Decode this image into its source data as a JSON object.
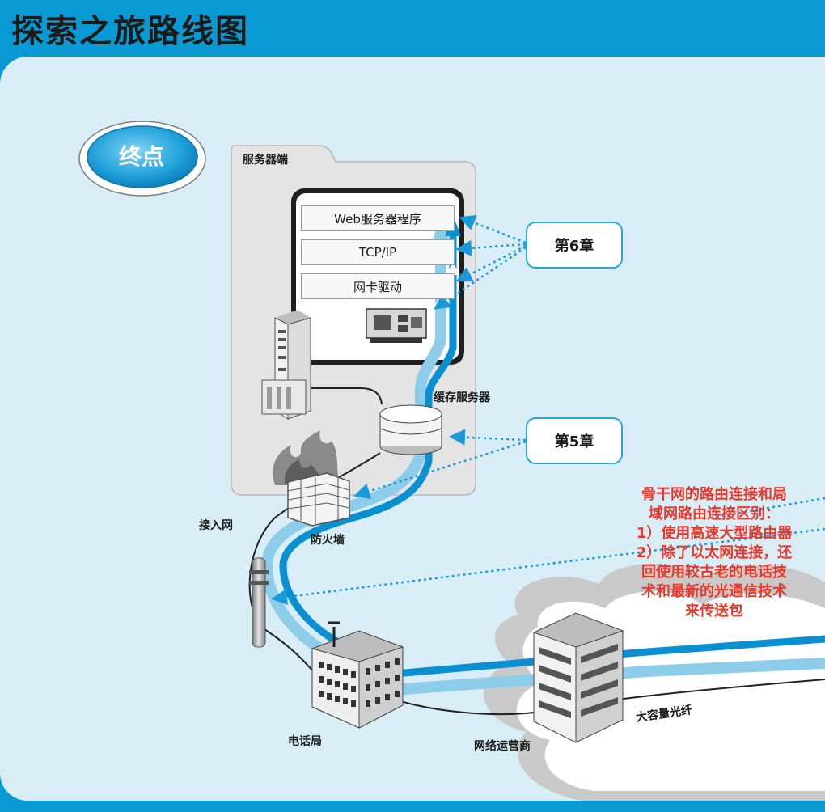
{
  "title": "探索之旅路线图",
  "endpoint": "终点",
  "server_side": "服务器端",
  "stack": [
    "Web服务器程序",
    "TCP/IP",
    "网卡驱动"
  ],
  "chapters": {
    "ch6": "第6章",
    "ch5": "第5章"
  },
  "labels": {
    "cache_server": "缓存服务器",
    "firewall": "防火墙",
    "access_network": "接入网",
    "telephone_office": "电话局",
    "isp": "网络运营商",
    "fiber": "大容量光纤"
  },
  "note": [
    "骨干网的路由连接和局",
    "域网路由连接区别：",
    "1）使用高速大型路由器",
    "2）除了以太网连接，还",
    "回使用较古老的电话技",
    "术和最新的光通信技术",
    "来传送包"
  ],
  "colors": {
    "accent": "#0a9ad3",
    "path_dark": "#0a8fd0",
    "path_light": "#8ecdea",
    "note": "#e8382b"
  }
}
